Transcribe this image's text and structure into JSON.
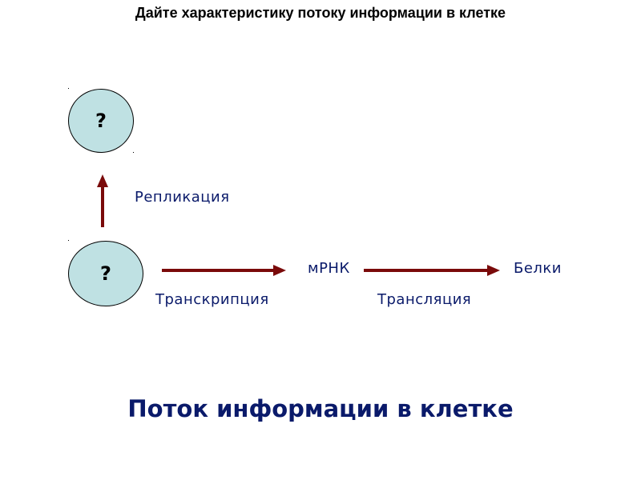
{
  "slide": {
    "title": "Дайте характеристику потоку информации в клетке",
    "caption": "Поток информации в клетке"
  },
  "nodes": {
    "top": {
      "label": "?"
    },
    "bottom": {
      "label": "?"
    }
  },
  "labels": {
    "replication": "Репликация",
    "mrna": "мРНК",
    "proteins": "Белки",
    "transcription": "Транскрипция",
    "translation": "Трансляция"
  },
  "colors": {
    "arrow": "#7a0a0a",
    "node_fill": "#bfe1e3",
    "label_text": "#0a1a6a"
  }
}
